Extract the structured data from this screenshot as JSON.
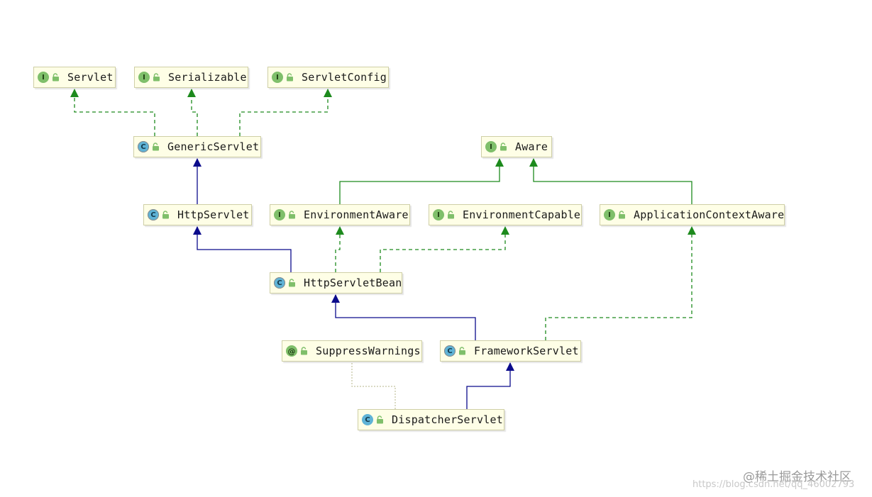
{
  "nodes": [
    {
      "id": "servlet",
      "label": "Servlet",
      "kind": "interface",
      "badge": "I"
    },
    {
      "id": "serializable",
      "label": "Serializable",
      "kind": "interface",
      "badge": "I"
    },
    {
      "id": "servletconfig",
      "label": "ServletConfig",
      "kind": "interface",
      "badge": "I"
    },
    {
      "id": "genericservlet",
      "label": "GenericServlet",
      "kind": "abstract-class",
      "badge": "C"
    },
    {
      "id": "aware",
      "label": "Aware",
      "kind": "interface",
      "badge": "I"
    },
    {
      "id": "httpservlet",
      "label": "HttpServlet",
      "kind": "abstract-class",
      "badge": "C"
    },
    {
      "id": "environmentaware",
      "label": "EnvironmentAware",
      "kind": "interface",
      "badge": "I"
    },
    {
      "id": "environmentcapable",
      "label": "EnvironmentCapable",
      "kind": "interface",
      "badge": "I"
    },
    {
      "id": "applicationcontextaware",
      "label": "ApplicationContextAware",
      "kind": "interface",
      "badge": "I"
    },
    {
      "id": "httpservletbean",
      "label": "HttpServletBean",
      "kind": "abstract-class",
      "badge": "C"
    },
    {
      "id": "suppresswarnings",
      "label": "SuppressWarnings",
      "kind": "annotation",
      "badge": "@"
    },
    {
      "id": "frameworkservlet",
      "label": "FrameworkServlet",
      "kind": "abstract-class",
      "badge": "C"
    },
    {
      "id": "dispatcherservlet",
      "label": "DispatcherServlet",
      "kind": "class",
      "badge": "C"
    }
  ],
  "edges": [
    {
      "from": "genericservlet",
      "to": "servlet",
      "type": "implements"
    },
    {
      "from": "genericservlet",
      "to": "serializable",
      "type": "implements"
    },
    {
      "from": "genericservlet",
      "to": "servletconfig",
      "type": "implements"
    },
    {
      "from": "httpservlet",
      "to": "genericservlet",
      "type": "extends"
    },
    {
      "from": "environmentaware",
      "to": "aware",
      "type": "extends-interface"
    },
    {
      "from": "applicationcontextaware",
      "to": "aware",
      "type": "extends-interface"
    },
    {
      "from": "httpservletbean",
      "to": "httpservlet",
      "type": "extends"
    },
    {
      "from": "httpservletbean",
      "to": "environmentaware",
      "type": "implements"
    },
    {
      "from": "httpservletbean",
      "to": "environmentcapable",
      "type": "implements"
    },
    {
      "from": "frameworkservlet",
      "to": "httpservletbean",
      "type": "extends"
    },
    {
      "from": "frameworkservlet",
      "to": "applicationcontextaware",
      "type": "implements"
    },
    {
      "from": "dispatcherservlet",
      "to": "frameworkservlet",
      "type": "extends"
    },
    {
      "from": "dispatcherservlet",
      "to": "suppresswarnings",
      "type": "annotated"
    }
  ],
  "colors": {
    "extends": "#0b0b8c",
    "implements": "#1d8a1d",
    "extends-interface": "#1d8a1d",
    "annotated": "#b5b58a"
  },
  "watermark": {
    "top": "@稀土掘金技术社区",
    "bottom": "https://blog.csdn.net/qq_46002793"
  }
}
